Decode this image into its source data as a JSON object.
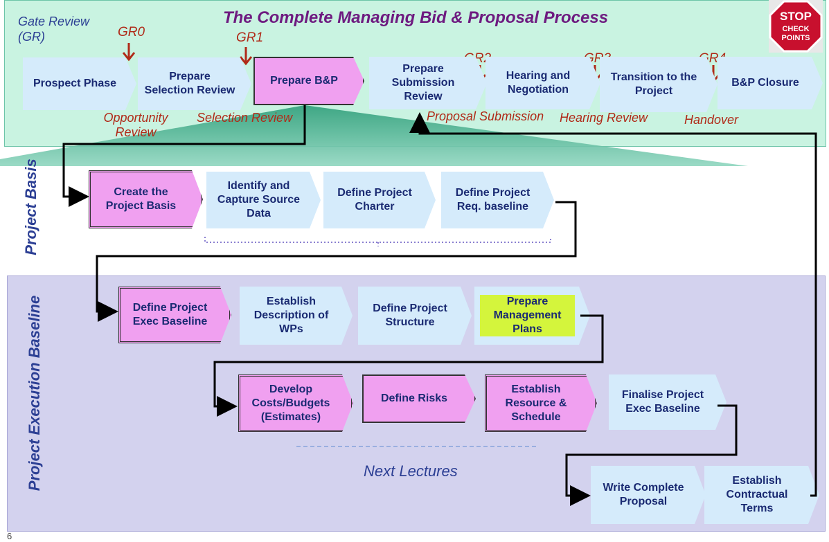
{
  "title": "The Complete Managing Bid & Proposal Process",
  "gate_review_caption": [
    "Gate Review",
    "(GR)"
  ],
  "gates": [
    "GR0",
    "GR1",
    "GR2",
    "GR3",
    "GR4"
  ],
  "reviews": {
    "opportunity": [
      "Opportunity",
      "Review"
    ],
    "selection": "Selection Review",
    "proposal_submission": "Proposal Submission",
    "hearing": "Hearing Review",
    "handover": "Handover"
  },
  "phases": [
    "Prospect Phase",
    "Prepare Selection Review",
    "Prepare B&P",
    "Prepare Submission Review",
    "Hearing and Negotiation",
    "Transition to the Project",
    "B&P Closure"
  ],
  "stop_sign": {
    "line1": "STOP",
    "line2": "CHECK",
    "line3": "POINTS"
  },
  "project_basis": {
    "label": "Project Basis",
    "steps": [
      "Create the Project Basis",
      "Identify and Capture Source Data",
      "Define Project Charter",
      "Define Project Req. baseline"
    ]
  },
  "execution": {
    "label": "Project Execution Baseline",
    "row1": [
      "Define Project Exec Baseline",
      "Establish Description of WPs",
      "Define Project Structure",
      "Prepare Management Plans"
    ],
    "row2": [
      "Develop Costs/Budgets (Estimates)",
      "Define Risks",
      "Establish Resource & Schedule",
      "Finalise Project Exec Baseline"
    ],
    "row3": [
      "Write Complete Proposal",
      "Establish Contractual Terms"
    ]
  },
  "next_lectures": "Next Lectures",
  "page_number": "6",
  "colors": {
    "top_band": "#c9f3e1",
    "exec_band": "#d3d2ee",
    "box_blue": "#d5ebfb",
    "box_pink": "#f0a0f0",
    "highlight": "#d4f53c",
    "gate_red": "#b02a18",
    "title_purple": "#6e1b80"
  }
}
